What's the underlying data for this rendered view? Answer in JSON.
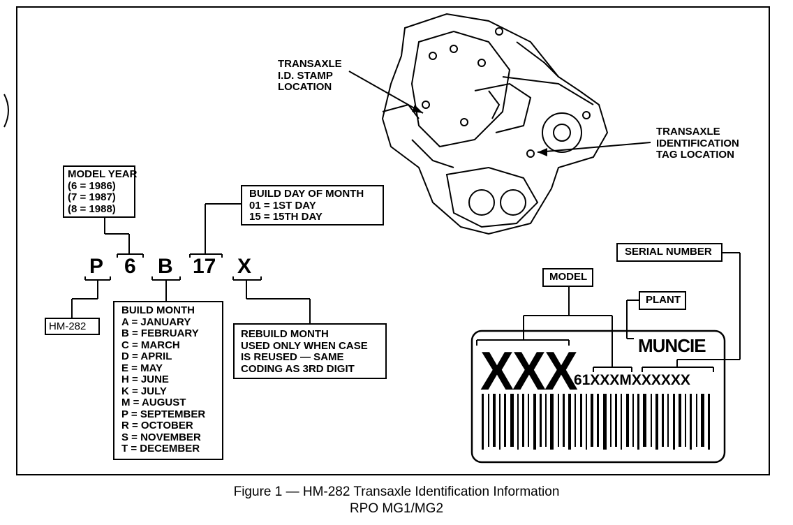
{
  "figure": {
    "caption_line1": "Figure 1 — HM-282 Transaxle Identification Information",
    "caption_line2": "RPO MG1/MG2"
  },
  "callouts": {
    "stamp_location": "TRANSAXLE\nI.D. STAMP\nLOCATION",
    "tag_location": "TRANSAXLE\nIDENTIFICATION\nTAG LOCATION"
  },
  "code_chars": [
    "P",
    "6",
    "B",
    "17",
    "X"
  ],
  "boxes": {
    "model_year": "MODEL YEAR\n(6 = 1986)\n(7 = 1987)\n(8 = 1988)",
    "build_day": "BUILD DAY OF MONTH\n01 = 1ST DAY\n15 = 15TH DAY",
    "model_code": "HM-282",
    "build_month": "BUILD MONTH\nA = JANUARY\nB = FEBRUARY\nC = MARCH\nD = APRIL\nE = MAY\nH = JUNE\nK = JULY\nM = AUGUST\nP = SEPTEMBER\nR = OCTOBER\nS = NOVEMBER\nT = DECEMBER",
    "rebuild_month": "REBUILD MONTH\nUSED ONLY WHEN CASE\nIS REUSED — SAME\nCODING AS 3RD DIGIT"
  },
  "tag": {
    "serial_label": "SERIAL NUMBER",
    "model_label": "MODEL",
    "plant_label": "PLANT",
    "plant_name": "MUNCIE",
    "model_code": "XXX",
    "serial_code": "61XXXMXXXXXX"
  }
}
